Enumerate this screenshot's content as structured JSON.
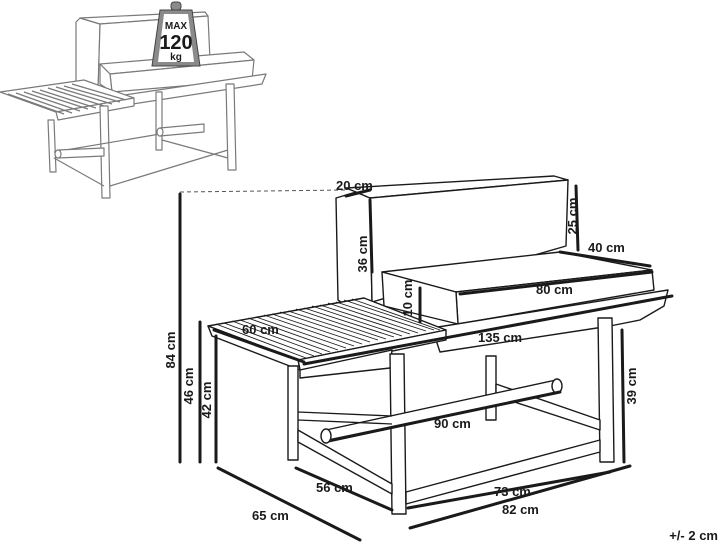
{
  "weight_badge": {
    "line1": "MAX",
    "line2": "120",
    "line3": "kg"
  },
  "dimensions": {
    "height_total": "84 cm",
    "seat_height": "46 cm",
    "side_height": "42 cm",
    "back_depth": "20 cm",
    "back_cushion_height": "36 cm",
    "back_top_height": "25 cm",
    "cushion_depth": "40 cm",
    "cushion_width": "80 cm",
    "cushion_thickness": "10 cm",
    "slat_depth": "60 cm",
    "total_width": "135 cm",
    "leg_height": "39 cm",
    "stretcher_width": "90 cm",
    "inner_depth": "56 cm",
    "outer_depth": "65 cm",
    "inner_width": "73 cm",
    "outer_width": "82 cm"
  },
  "tolerance": "+/- 2 cm"
}
